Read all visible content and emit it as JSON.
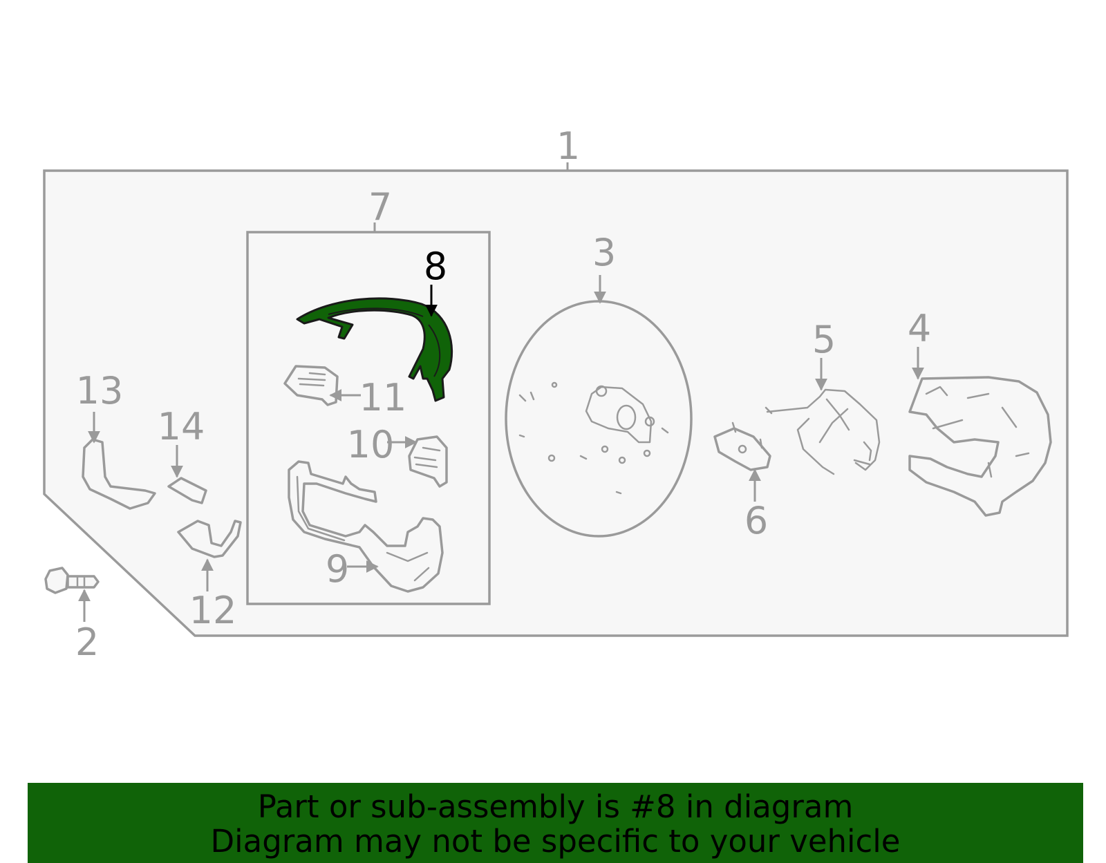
{
  "colors": {
    "highlight": "#106308",
    "outline": "#9a9a9a",
    "panel": "#f7f7f7"
  },
  "callouts": {
    "c1": "1",
    "c2": "2",
    "c3": "3",
    "c4": "4",
    "c5": "5",
    "c6": "6",
    "c7": "7",
    "c8": "8",
    "c9": "9",
    "c10": "10",
    "c11": "11",
    "c12": "12",
    "c13": "13",
    "c14": "14"
  },
  "highlighted_part": "8",
  "banner": {
    "line1": "Part or sub-assembly is #8 in diagram",
    "line2": "Diagram may not be specific to your vehicle"
  }
}
